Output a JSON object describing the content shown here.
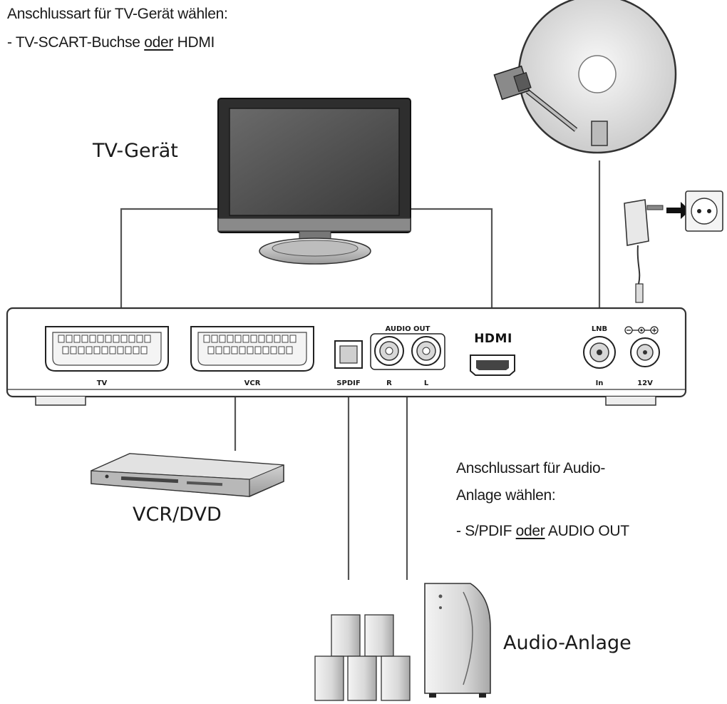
{
  "tv_instruction": {
    "title": "Anschlussart für TV-Gerät wählen:",
    "option_prefix": "- TV-SCART-Buchse ",
    "option_emph": "oder",
    "option_suffix": " HDMI"
  },
  "audio_instruction": {
    "line1": "Anschlussart für Audio-",
    "line2": "Anlage wählen:",
    "option_prefix": "- S/PDIF ",
    "option_emph": "oder",
    "option_suffix": " AUDIO OUT"
  },
  "devices": {
    "tv": "TV-Gerät",
    "vcr": "VCR/DVD",
    "audio": "Audio-Anlage"
  },
  "ports": {
    "tv": "TV",
    "vcr": "VCR",
    "spdif": "SPDIF",
    "audio_out": "AUDIO OUT",
    "audio_r": "R",
    "audio_l": "L",
    "hdmi": "HDMI",
    "lnb": "LNB",
    "lnb_in": "In",
    "power": "12V"
  }
}
